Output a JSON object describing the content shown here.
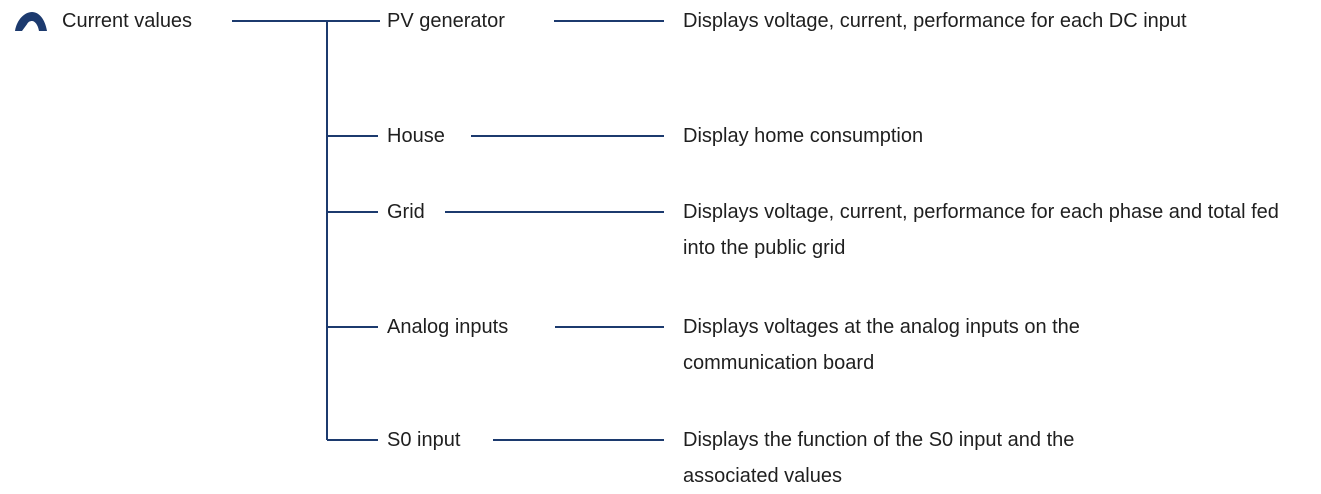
{
  "root": {
    "label": "Current values",
    "icon": "gauge-icon"
  },
  "items": [
    {
      "label": "PV generator",
      "description": "Displays voltage, current, performance for each DC input"
    },
    {
      "label": "House",
      "description": "Display home consumption"
    },
    {
      "label": "Grid",
      "description": "Displays voltage, current, performance for each phase and total fed into the public grid"
    },
    {
      "label": "Analog inputs",
      "description": "Displays voltages at the analog inputs on the communication board"
    },
    {
      "label": "S0 input",
      "description": "Displays the function of the S0 input and the associated values"
    }
  ],
  "colors": {
    "line": "#1c3a6e",
    "icon": "#1c3a6e",
    "text": "#1f1f1f"
  }
}
